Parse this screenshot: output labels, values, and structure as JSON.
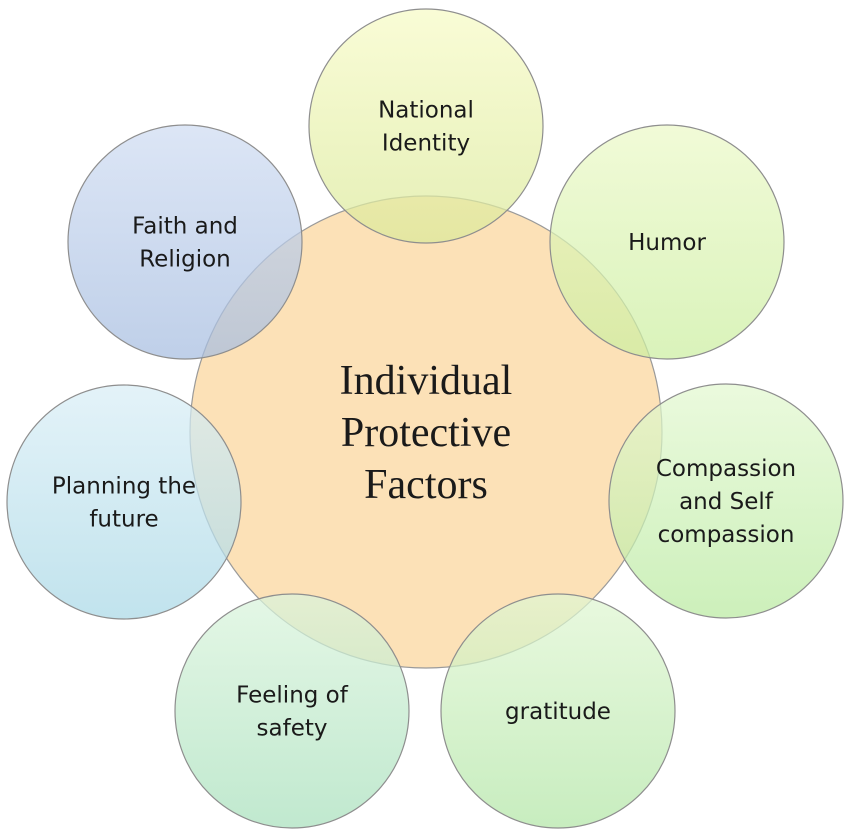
{
  "center": {
    "lines": [
      "Individual",
      "Protective",
      "Factors"
    ],
    "color": "#fcdcaa"
  },
  "satellites": [
    {
      "id": "national-identity",
      "lines": [
        "National",
        "Identity"
      ],
      "color_top": "#f7fbc6",
      "color_bottom": "#dbe99a"
    },
    {
      "id": "humor",
      "lines": [
        "Humor"
      ],
      "color_top": "#ecf9c8",
      "color_bottom": "#cbeea0"
    },
    {
      "id": "compassion",
      "lines": [
        "Compassion",
        "and Self",
        "compassion"
      ],
      "color_top": "#e3f8d0",
      "color_bottom": "#b9eaa0"
    },
    {
      "id": "gratitude",
      "lines": [
        "gratitude"
      ],
      "color_top": "#e0f6d2",
      "color_bottom": "#b2e6a6"
    },
    {
      "id": "feeling-of-safety",
      "lines": [
        "Feeling of",
        "safety"
      ],
      "color_top": "#daf4dc",
      "color_bottom": "#a8e0bc"
    },
    {
      "id": "planning-the-future",
      "lines": [
        "Planning the",
        "future"
      ],
      "color_top": "#d9eef6",
      "color_bottom": "#a9d8e6"
    },
    {
      "id": "faith-and-religion",
      "lines": [
        "Faith and",
        "Religion"
      ],
      "color_top": "#cfdcf2",
      "color_bottom": "#a6bde0"
    }
  ]
}
